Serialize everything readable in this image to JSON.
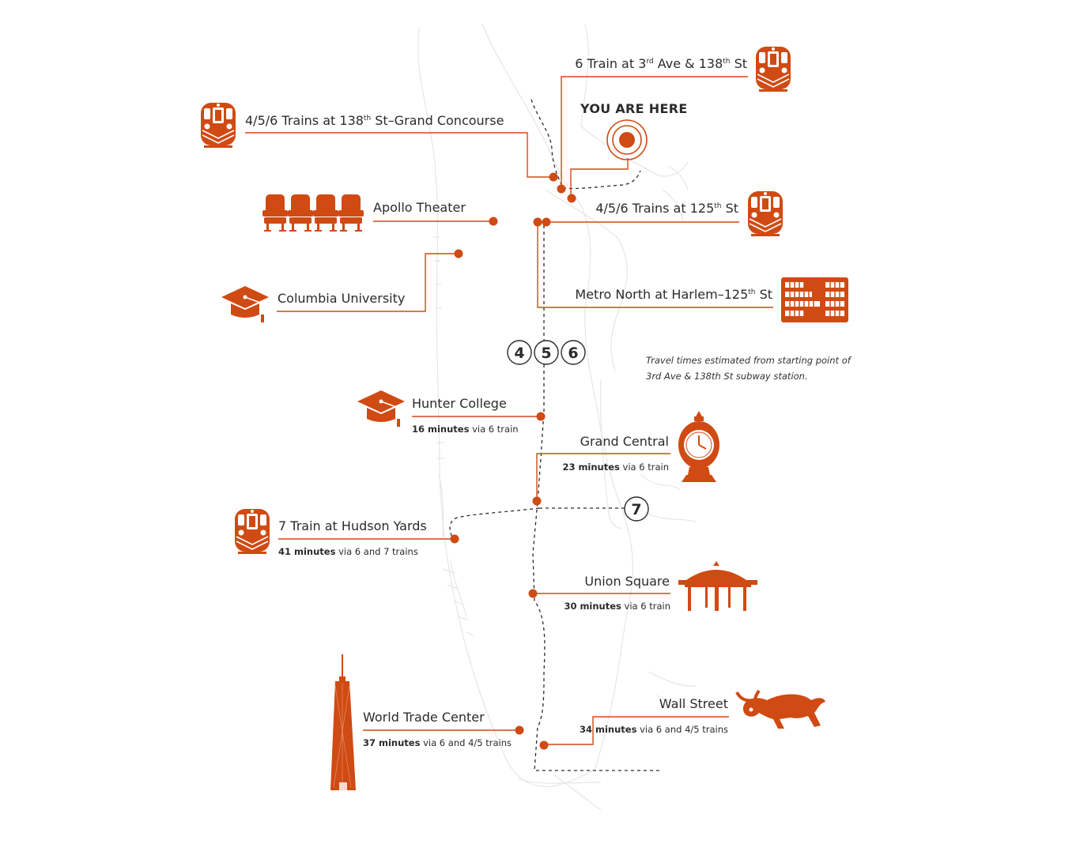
{
  "accent_color": "#d04a13",
  "route_numbers": {
    "r4": "4",
    "r5": "5",
    "r6": "6",
    "r7": "7"
  },
  "you_are_here": "YOU ARE HERE",
  "note": "Travel times estimated from starting point of 3rd Ave & 138th St subway station.",
  "labels": {
    "six_train": {
      "pre": "6 Train at 3",
      "sup1": "rd",
      "mid": " Ave & 138",
      "sup2": "th",
      "post": " St",
      "icon": "subway-train-icon"
    },
    "grand_concourse": {
      "pre": "4/5/6 Trains at 138",
      "sup": "th",
      "post": " St–Grand Concourse",
      "icon": "subway-train-icon"
    },
    "apollo": {
      "text": "Apollo Theater",
      "icon": "theater-seats-icon"
    },
    "trains_125": {
      "pre": "4/5/6 Trains at 125",
      "sup": "th",
      "post": " St",
      "icon": "subway-train-icon"
    },
    "columbia": {
      "text": "Columbia University",
      "icon": "graduation-cap-icon"
    },
    "metro_north": {
      "pre": "Metro North at Harlem–125",
      "sup": "th",
      "post": " St",
      "icon": "departure-board-icon"
    },
    "hunter": {
      "text": "Hunter College",
      "minutes": "16 minutes",
      "via": " via 6 train",
      "icon": "graduation-cap-icon"
    },
    "grand_central": {
      "text": "Grand Central",
      "minutes": "23 minutes",
      "via": " via 6 train",
      "icon": "clock-icon"
    },
    "hudson_yards": {
      "text": "7 Train at Hudson Yards",
      "minutes": "41 minutes",
      "via": " via 6 and 7 trains",
      "icon": "subway-train-icon"
    },
    "union_square": {
      "text": "Union Square",
      "minutes": "30 minutes",
      "via": " via 6 train",
      "icon": "pavilion-icon"
    },
    "wtc": {
      "text": "World Trade Center",
      "minutes": "37 minutes",
      "via": " via 6 and 4/5 trains",
      "icon": "skyscraper-icon"
    },
    "wall_street": {
      "text": "Wall Street",
      "minutes": "34 minutes",
      "via": " via 6 and 4/5 trains",
      "icon": "bull-icon"
    }
  }
}
